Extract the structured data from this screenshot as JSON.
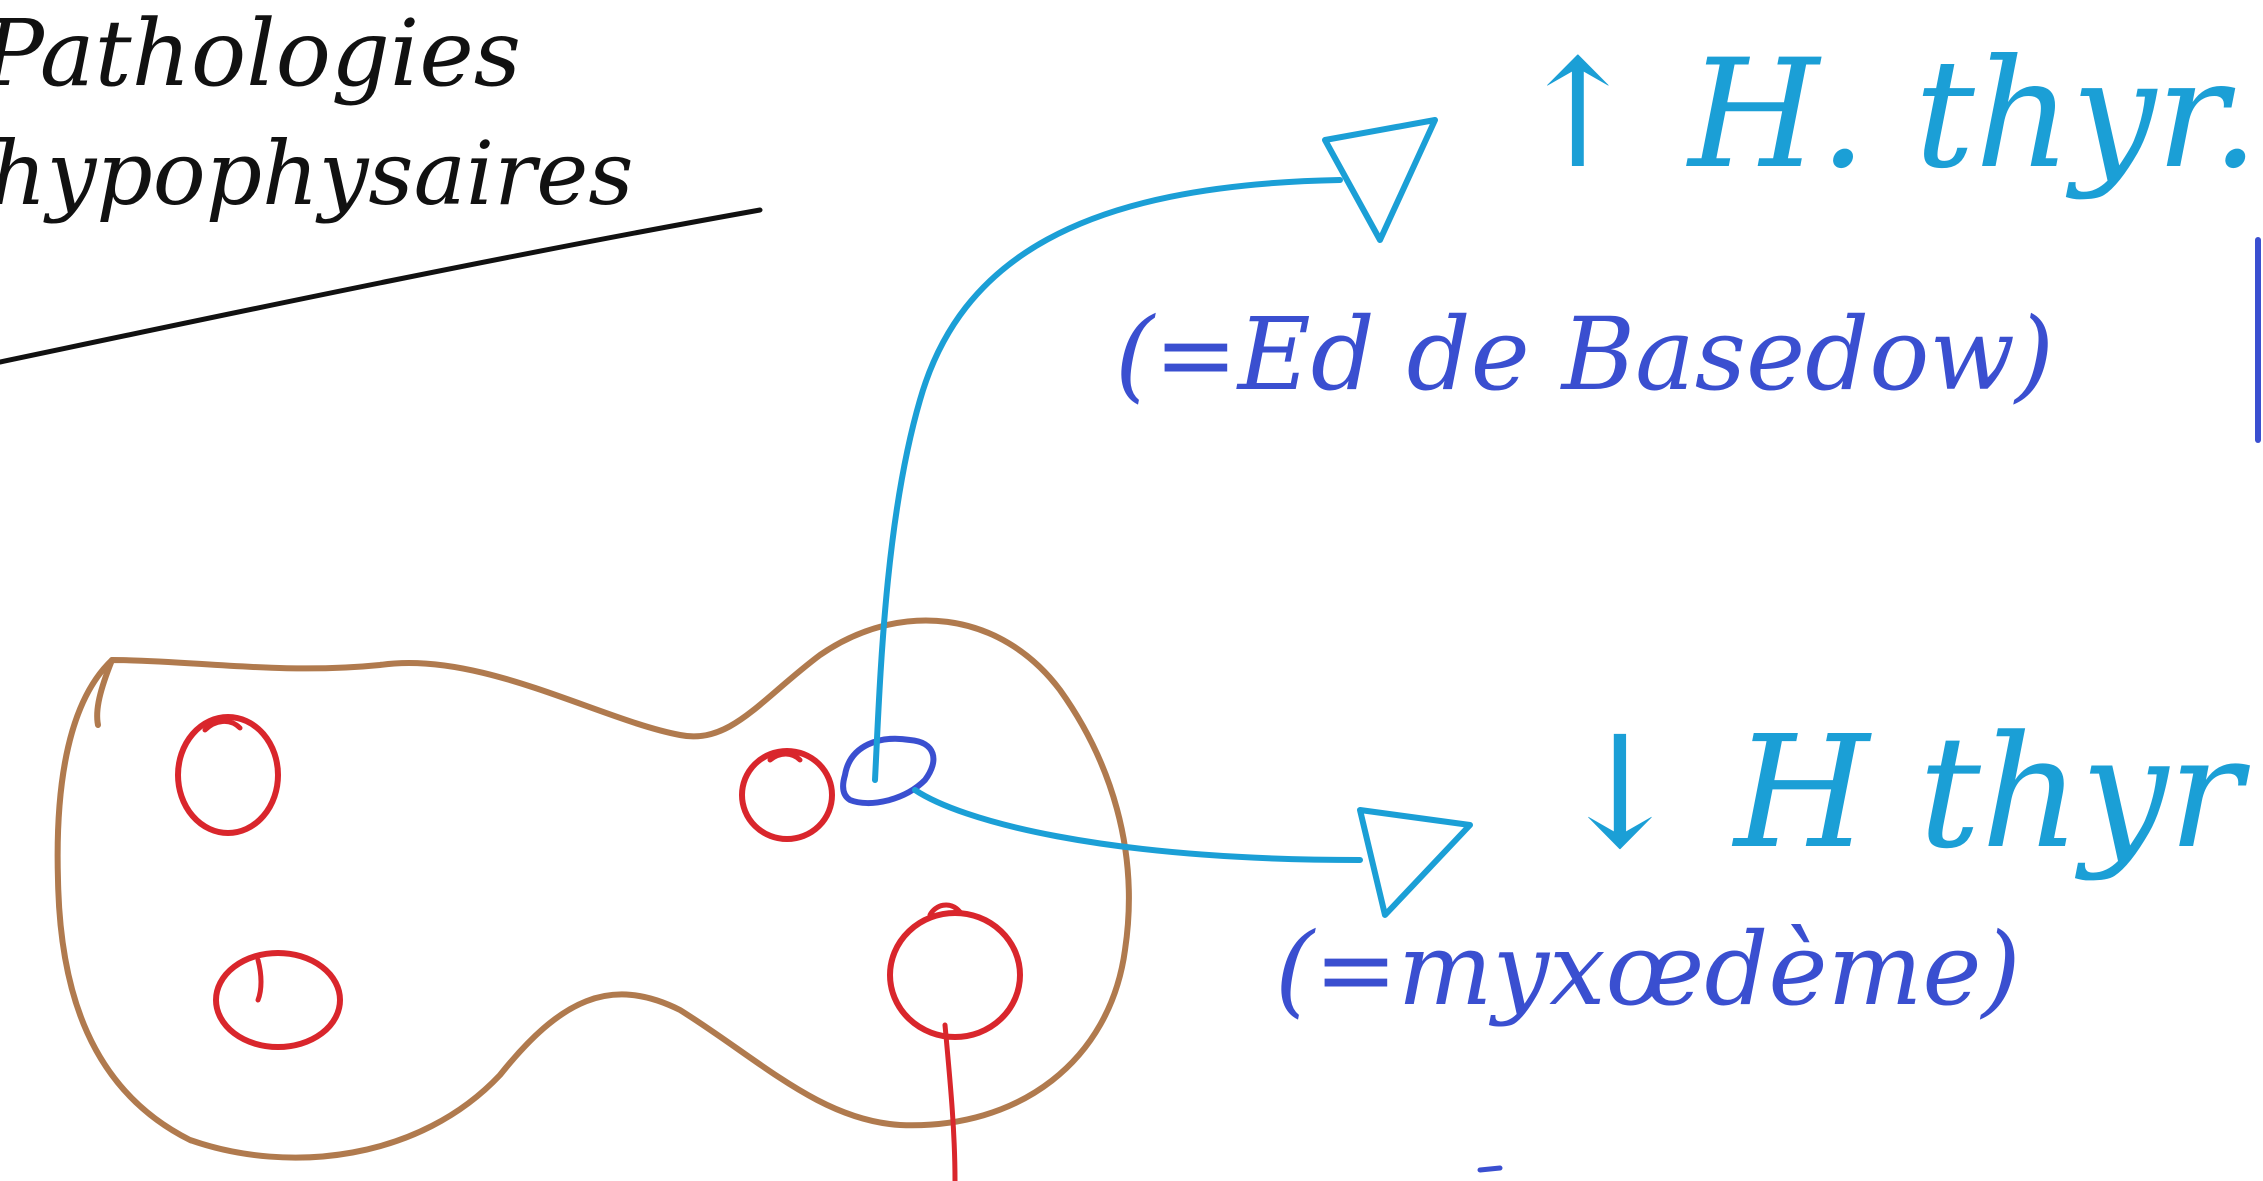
{
  "title": {
    "line1": "Pathologies",
    "line2": "hypophysaires"
  },
  "branch_up": {
    "label": "↑ H. thyr.",
    "note": "(=Ed de Basedow)"
  },
  "branch_down": {
    "label": "↓ H thyr",
    "note": "(=myxœdème)"
  },
  "colors": {
    "title": "#111111",
    "gland_outline": "#b07a4e",
    "follicle": "#d9262c",
    "hormone_arrow": "#1b9fd6",
    "annotation": "#3a4fd0",
    "cell": "#3a4fd0"
  }
}
